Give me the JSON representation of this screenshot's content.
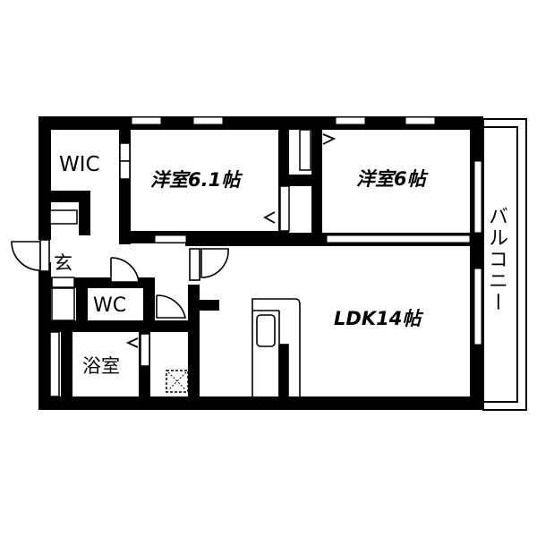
{
  "floor_plan": {
    "rooms": [
      {
        "id": "wic",
        "label": "WIC"
      },
      {
        "id": "western_room_1",
        "label": "洋室6.1帖"
      },
      {
        "id": "western_room_2",
        "label": "洋室6帖"
      },
      {
        "id": "balcony",
        "label": "バルコニー"
      },
      {
        "id": "entrance",
        "label": "玄"
      },
      {
        "id": "toilet",
        "label": "WC"
      },
      {
        "id": "bathroom",
        "label": "浴室"
      },
      {
        "id": "ldk",
        "label": "LDK14帖"
      }
    ],
    "colors": {
      "wall": "#000000",
      "background": "#ffffff"
    }
  }
}
